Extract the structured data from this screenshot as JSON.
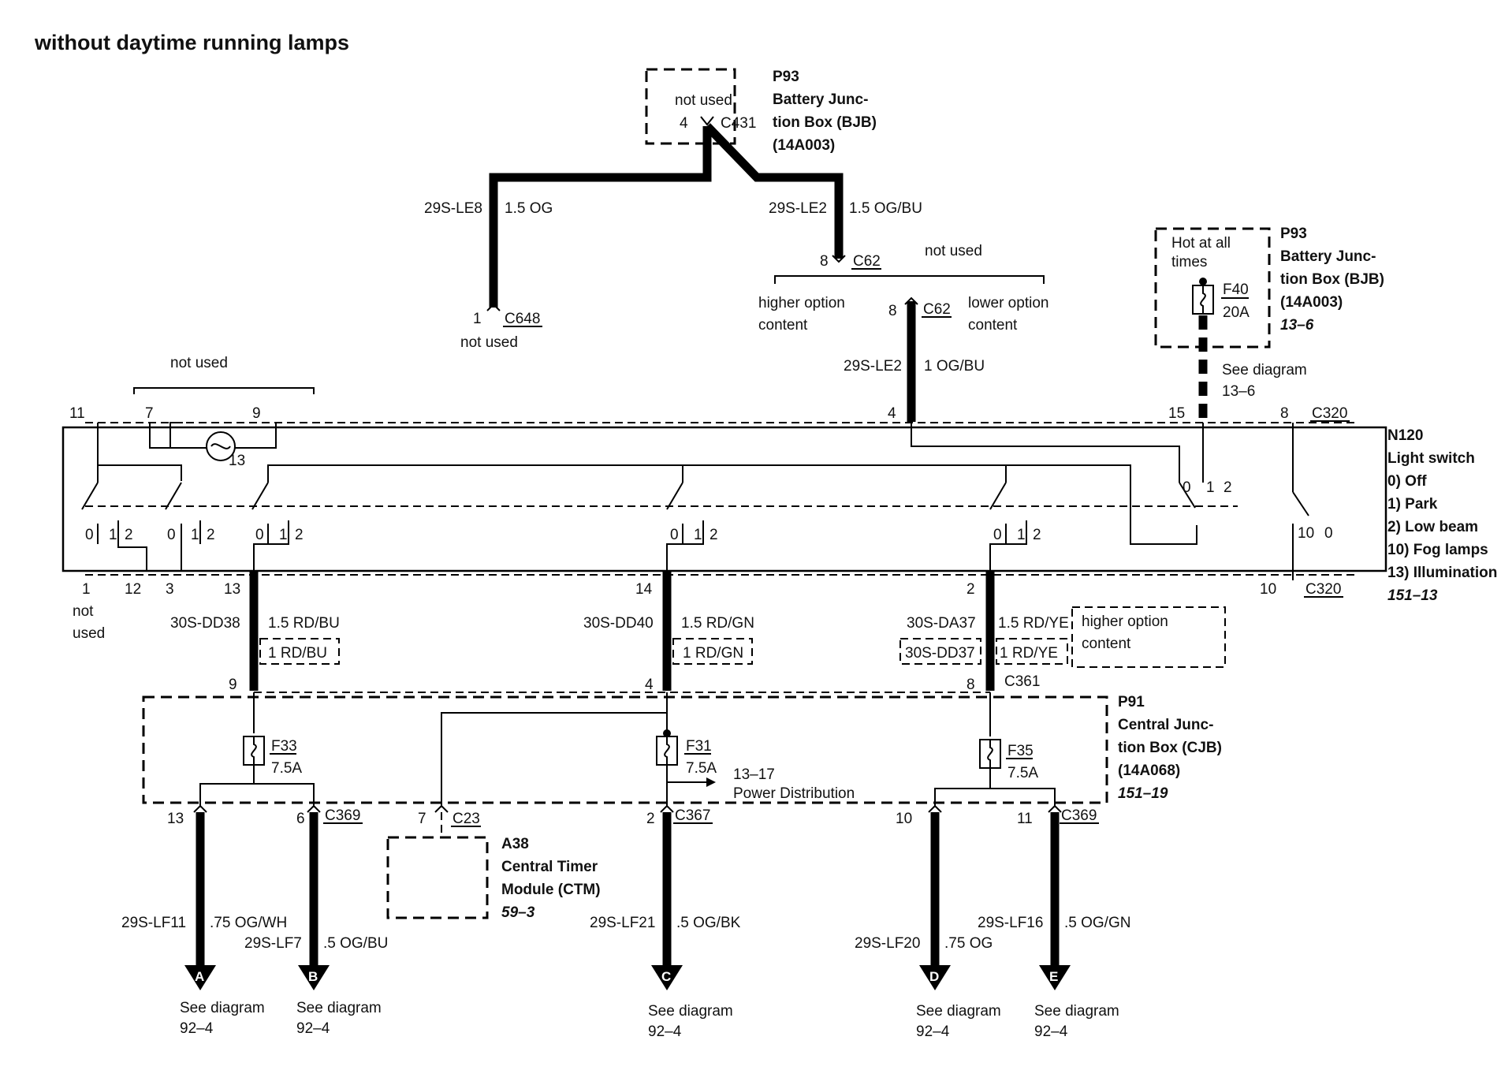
{
  "title": "without daytime running lamps",
  "bjb_top": {
    "id": "P93",
    "name_1": "Battery Junc-",
    "name_2": "tion Box (BJB)",
    "name_3": "(14A003)",
    "not_used": "not used",
    "pin": "4",
    "connector": "C431"
  },
  "bjb_right": {
    "id": "P93",
    "name_1": "Battery Junc-",
    "name_2": "tion Box (BJB)",
    "name_3": "(14A003)",
    "ref": "13–6",
    "hot_1": "Hot at all",
    "hot_2": "times",
    "fuse": "F40",
    "fuse_rating": "20A",
    "see_1": "See diagram",
    "see_2": "13–6"
  },
  "wires_top": {
    "le8_circuit": "29S-LE8",
    "le8_gauge": "1.5 OG",
    "le2_circuit": "29S-LE2",
    "le2_gauge": "1.5 OG/BU",
    "c648_pin": "1",
    "c648": "C648",
    "c648_note": "not used",
    "c62_pin_top": "8",
    "c62_top": "C62",
    "c62_not_used": "not used",
    "higher_1": "higher option",
    "higher_2": "content",
    "lower_1": "lower option",
    "lower_2": "content",
    "c62_pin_bottom": "8",
    "c62_bottom": "C62",
    "le2b_circuit": "29S-LE2",
    "le2b_gauge": "1 OG/BU"
  },
  "switch": {
    "id": "N120",
    "name": "Light switch",
    "legend": [
      "0)   Off",
      "1)   Park",
      "2)   Low beam",
      "10) Fog lamps",
      "13) Illumination"
    ],
    "ref": "151–13",
    "not_used": "not used",
    "top_pins": [
      "11",
      "7",
      "9",
      "4",
      "15",
      "8"
    ],
    "top_connector": "C320",
    "lamp_pin": "13",
    "positions": [
      "0",
      "1",
      "2"
    ],
    "fog_positions": [
      "10",
      "0"
    ],
    "bottom_pins": [
      "1",
      "12",
      "3",
      "13",
      "14",
      "2",
      "10"
    ],
    "bottom_connector": "C320",
    "bottom_not_used_1": "not",
    "bottom_not_used_2": "used"
  },
  "mid_wires": {
    "dd38_circuit": "30S-DD38",
    "dd38_gauge": "1.5 RD/BU",
    "dd38_alt": "1 RD/BU",
    "dd40_circuit": "30S-DD40",
    "dd40_gauge": "1.5 RD/GN",
    "dd40_alt": "1 RD/GN",
    "da37_circuit": "30S-DA37",
    "da37_gauge": "1.5 RD/YE",
    "dd37_alt_circuit": "30S-DD37",
    "dd37_alt_gauge": "1 RD/YE",
    "higher_1": "higher option",
    "higher_2": "content"
  },
  "cjb": {
    "id": "P91",
    "name_1": "Central Junc-",
    "name_2": "tion Box (CJB)",
    "name_3": "(14A068)",
    "ref": "151–19",
    "in_pins": [
      "9",
      "4",
      "8"
    ],
    "in_connector": "C361",
    "f33": "F33",
    "f33_rating": "7.5A",
    "f31": "F31",
    "f31_rating": "7.5A",
    "f35": "F35",
    "f35_rating": "7.5A",
    "pd_ref": "13–17",
    "pd_label": "Power Distribution",
    "out_pins": [
      "13",
      "6",
      "7",
      "2",
      "10",
      "11"
    ],
    "c369_left": "C369",
    "c23": "C23",
    "c367": "C367",
    "c369_right": "C369"
  },
  "ctm": {
    "id": "A38",
    "name_1": "Central Timer",
    "name_2": "Module (CTM)",
    "ref": "59–3"
  },
  "outputs": [
    {
      "circuit": "29S-LF11",
      "gauge": ".75 OG/WH",
      "letter": "A",
      "see": "See diagram",
      "ref": "92–4"
    },
    {
      "circuit": "29S-LF7",
      "gauge": ".5 OG/BU",
      "letter": "B",
      "see": "See diagram",
      "ref": "92–4"
    },
    {
      "circuit": "29S-LF21",
      "gauge": ".5 OG/BK",
      "letter": "C",
      "see": "See diagram",
      "ref": "92–4"
    },
    {
      "circuit": "29S-LF20",
      "gauge": ".75 OG",
      "letter": "D",
      "see": "See diagram",
      "ref": "92–4"
    },
    {
      "circuit": "29S-LF16",
      "gauge": ".5 OG/GN",
      "letter": "E",
      "see": "See diagram",
      "ref": "92–4"
    }
  ]
}
